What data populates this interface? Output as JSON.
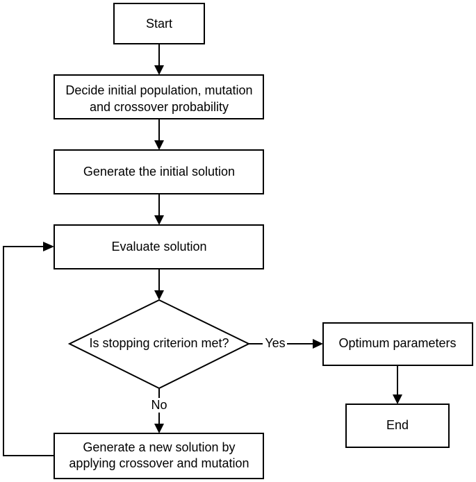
{
  "nodes": {
    "start": {
      "label": "Start"
    },
    "decide": {
      "line1": "Decide initial population, mutation",
      "line2": "and crossover probability"
    },
    "generate_initial": {
      "label": "Generate the initial solution"
    },
    "evaluate": {
      "label": "Evaluate solution"
    },
    "decision": {
      "label": "Is stopping criterion met?"
    },
    "optimum": {
      "label": "Optimum parameters"
    },
    "end": {
      "label": "End"
    },
    "generate_new": {
      "line1": "Generate a new solution by",
      "line2": "applying crossover and mutation"
    }
  },
  "edges": {
    "yes_label": "Yes",
    "no_label": "No"
  }
}
